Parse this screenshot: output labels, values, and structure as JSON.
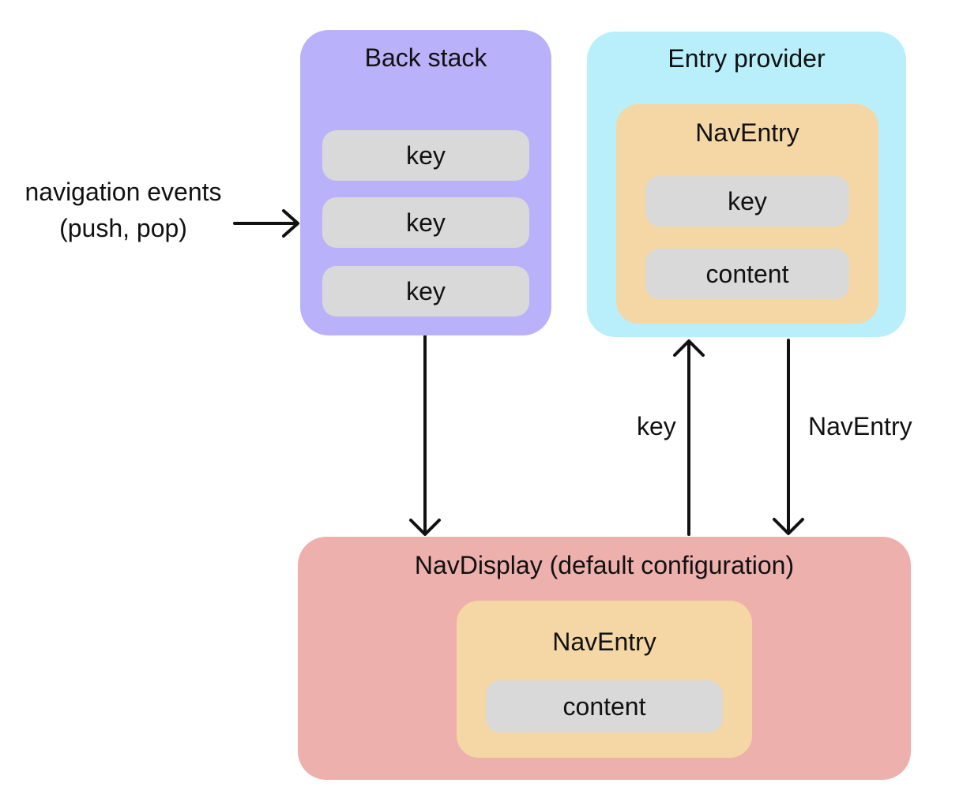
{
  "colors": {
    "back-stack-fill": "#b9b1fa",
    "entry-provider-fill": "#b9effb",
    "nav-entry-fill": "#f4d7a4",
    "nav-display-fill": "#edb0ad",
    "pill-fill": "#d9d9d9",
    "text": "#111111",
    "arrow": "#111111"
  },
  "back_stack": {
    "title": "Back stack",
    "keys": [
      "key",
      "key",
      "key"
    ]
  },
  "entry_provider": {
    "title": "Entry provider",
    "nav_entry": {
      "title": "NavEntry",
      "key": "key",
      "content": "content"
    }
  },
  "nav_display": {
    "title": "NavDisplay (default configuration)",
    "nav_entry": {
      "title": "NavEntry",
      "content": "content"
    }
  },
  "annotations": {
    "navigation_events_line1": "navigation events",
    "navigation_events_line2": "(push, pop)",
    "key_arrow_label": "key",
    "nav_entry_arrow_label": "NavEntry"
  }
}
